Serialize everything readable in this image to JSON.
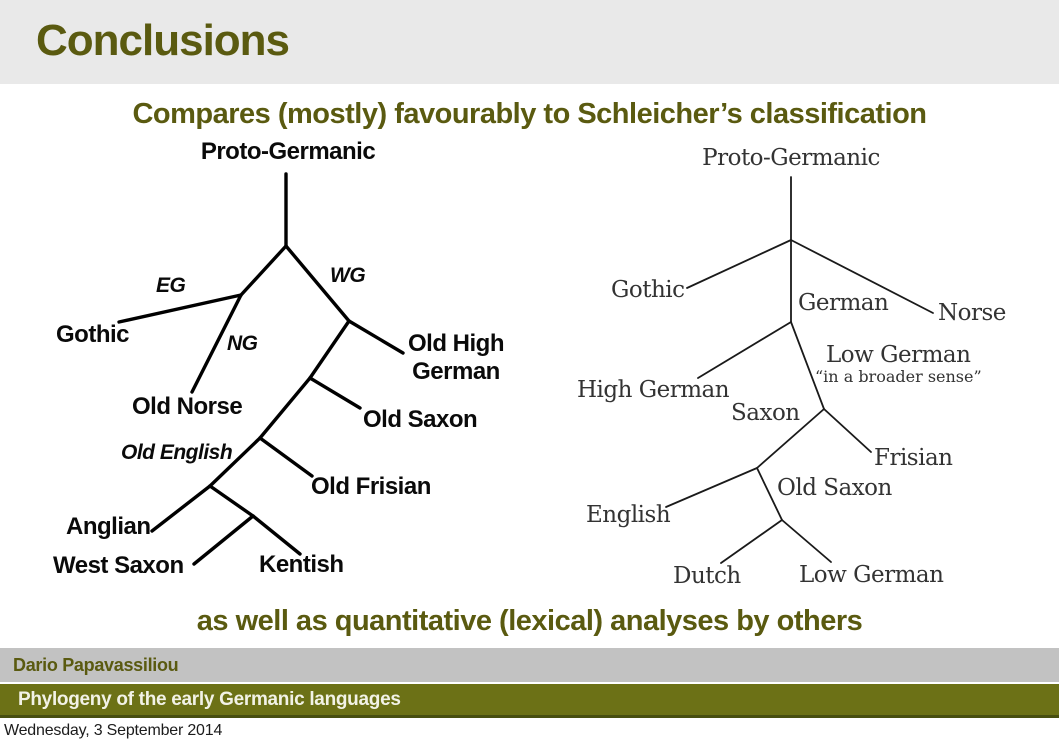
{
  "header": {
    "title": "Conclusions"
  },
  "subtitles": {
    "top": "Compares (mostly) favourably to Schleicher’s classification",
    "bottom": "as well as quantitative (lexical) analyses by others"
  },
  "left_tree": {
    "root": "Proto-Germanic",
    "branch_eg": "EG",
    "branch_wg": "WG",
    "branch_ng": "NG",
    "branch_old_english": "Old English",
    "gothic": "Gothic",
    "old_high_german_line1": "Old High",
    "old_high_german_line2": "German",
    "old_norse": "Old Norse",
    "old_saxon": "Old Saxon",
    "old_frisian": "Old Frisian",
    "anglian": "Anglian",
    "west_saxon": "West Saxon",
    "kentish": "Kentish"
  },
  "right_tree": {
    "root": "Proto-Germanic",
    "gothic": "Gothic",
    "german": "German",
    "norse": "Norse",
    "high_german": "High German",
    "low_german_broad": "Low German",
    "low_german_broad_note": "“in a broader sense”",
    "saxon": "Saxon",
    "frisian": "Frisian",
    "english": "English",
    "old_saxon": "Old Saxon",
    "dutch": "Dutch",
    "low_german": "Low German"
  },
  "footer": {
    "author": "Dario Papavassiliou",
    "deck_title": "Phylogeny of the early Germanic languages",
    "date": "Wednesday, 3 September 2014"
  },
  "colors": {
    "accent": "#5a5a10",
    "header_band": "#e9e9e9",
    "footer_gray_band": "#c2c2c2",
    "footer_olive_band": "#6c7116",
    "footer_olive_border": "#474f10",
    "footer_band_text": "#f2f2e6",
    "left_tree_ink": "#0a0a0a",
    "right_tree_ink": "#333333",
    "right_tree_line": "#1a1a1a"
  }
}
